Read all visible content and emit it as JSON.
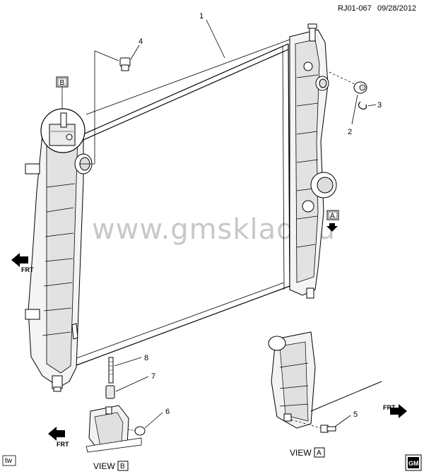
{
  "header": {
    "reference": "RJ01-067",
    "date": "09/28/2012"
  },
  "callouts": [
    "1",
    "2",
    "3",
    "4",
    "5",
    "6",
    "7",
    "8"
  ],
  "view_boxes": {
    "a": "A",
    "b": "B"
  },
  "views": {
    "prefix": "VIEW",
    "a_letter": "A",
    "b_letter": "B"
  },
  "direction_label": "FRT",
  "watermark": "www.gmsklad.ru",
  "corner_tag": "tw",
  "logo_text": "GM"
}
